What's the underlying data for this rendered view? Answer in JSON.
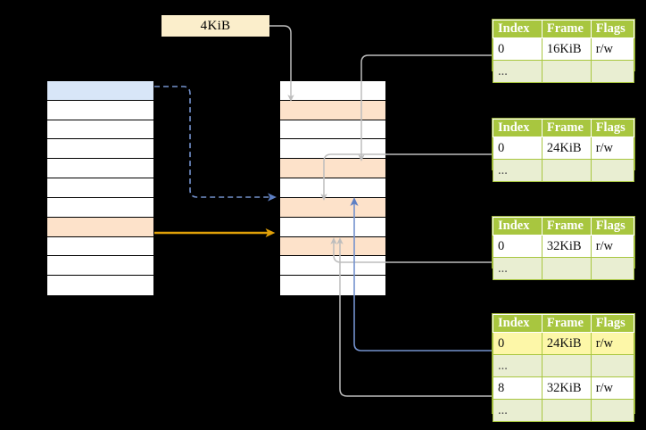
{
  "diagram": {
    "title": "multi-level page table translation",
    "colors": {
      "header_green": "#a8c63f",
      "ellipsis_row": "#e9eed2",
      "highlight_yellow": "#fdf7a8",
      "peach": "#fde2ca",
      "blue_row": "#d8e6f8",
      "size_box": "#fbeecb",
      "orange_arrow": "#e0a008",
      "blue_arrow": "#6f8fd0",
      "gray_arrow": "#bdbdbd"
    },
    "size_label": {
      "text": "4KiB"
    },
    "left_block": {
      "name": "virtual-address-space",
      "row_count": 11,
      "rows": [
        {
          "fill": "blue"
        },
        {
          "fill": "white"
        },
        {
          "fill": "white"
        },
        {
          "fill": "white"
        },
        {
          "fill": "white"
        },
        {
          "fill": "white"
        },
        {
          "fill": "white"
        },
        {
          "fill": "peach"
        },
        {
          "fill": "white"
        },
        {
          "fill": "white"
        },
        {
          "fill": "white"
        }
      ]
    },
    "middle_block": {
      "name": "physical-address-space",
      "row_count": 11,
      "rows": [
        {
          "fill": "white"
        },
        {
          "fill": "peach"
        },
        {
          "fill": "white"
        },
        {
          "fill": "white"
        },
        {
          "fill": "peach"
        },
        {
          "fill": "white"
        },
        {
          "fill": "peach"
        },
        {
          "fill": "white"
        },
        {
          "fill": "peach"
        },
        {
          "fill": "white"
        },
        {
          "fill": "white"
        }
      ]
    },
    "tables": [
      {
        "name": "page-table-level-1",
        "headers": [
          "Index",
          "Frame",
          "Flags"
        ],
        "rows": [
          {
            "cells": [
              "0",
              "16KiB",
              "r/w"
            ],
            "style": "normal",
            "highlight": []
          },
          {
            "cells": [
              "...",
              "",
              ""
            ],
            "style": "ellipsis",
            "highlight": []
          }
        ]
      },
      {
        "name": "page-table-level-2",
        "headers": [
          "Index",
          "Frame",
          "Flags"
        ],
        "rows": [
          {
            "cells": [
              "0",
              "24KiB",
              "r/w"
            ],
            "style": "normal",
            "highlight": []
          },
          {
            "cells": [
              "...",
              "",
              ""
            ],
            "style": "ellipsis",
            "highlight": []
          }
        ]
      },
      {
        "name": "page-table-level-3",
        "headers": [
          "Index",
          "Frame",
          "Flags"
        ],
        "rows": [
          {
            "cells": [
              "0",
              "32KiB",
              "r/w"
            ],
            "style": "normal",
            "highlight": []
          },
          {
            "cells": [
              "...",
              "",
              ""
            ],
            "style": "ellipsis",
            "highlight": []
          }
        ]
      },
      {
        "name": "page-table-level-4",
        "headers": [
          "Index",
          "Frame",
          "Flags"
        ],
        "rows": [
          {
            "cells": [
              "0",
              "24KiB",
              "r/w"
            ],
            "style": "normal",
            "highlight": [
              0,
              1,
              2
            ]
          },
          {
            "cells": [
              "...",
              "",
              ""
            ],
            "style": "ellipsis",
            "highlight": []
          },
          {
            "cells": [
              "8",
              "32KiB",
              "r/w"
            ],
            "style": "normal",
            "highlight": []
          },
          {
            "cells": [
              "...",
              "",
              ""
            ],
            "style": "ellipsis",
            "highlight": []
          }
        ]
      }
    ]
  }
}
